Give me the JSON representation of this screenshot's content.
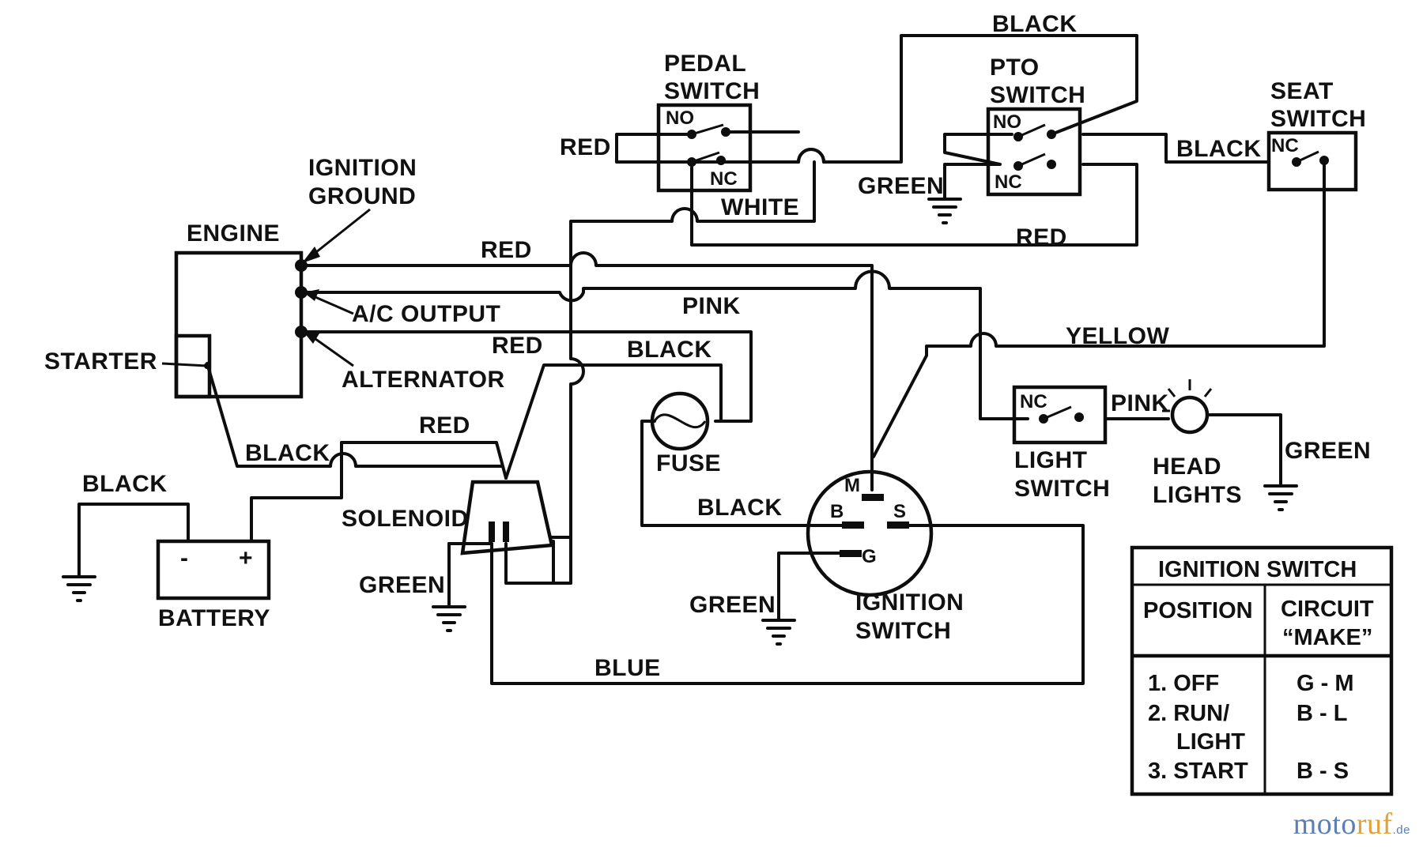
{
  "labels": {
    "engine": "ENGINE",
    "ignition_ground_1": "IGNITION",
    "ignition_ground_2": "GROUND",
    "ac_output": "A/C OUTPUT",
    "alternator": "ALTERNATOR",
    "starter": "STARTER",
    "pedal_switch_1": "PEDAL",
    "pedal_switch_2": "SWITCH",
    "pto_switch_1": "PTO",
    "pto_switch_2": "SWITCH",
    "seat_switch_1": "SEAT",
    "seat_switch_2": "SWITCH",
    "fuse": "FUSE",
    "solenoid": "SOLENOID",
    "battery": "BATTERY",
    "battery_minus": "-",
    "battery_plus": "+",
    "ignition_switch_1": "IGNITION",
    "ignition_switch_2": "SWITCH",
    "light_switch_1": "LIGHT",
    "light_switch_2": "SWITCH",
    "head_lights_1": "HEAD",
    "head_lights_2": "LIGHTS",
    "no": "NO",
    "nc": "NC",
    "term_m": "M",
    "term_b": "B",
    "term_s": "S",
    "term_g": "G"
  },
  "wires": {
    "black_top": "BLACK",
    "red_pedal": "RED",
    "white": "WHITE",
    "green_pto": "GREEN",
    "red_pto": "RED",
    "black_seat": "BLACK",
    "red_ground": "RED",
    "pink_ac": "PINK",
    "red_alt": "RED",
    "black_fuse": "BLACK",
    "yellow": "YELLOW",
    "pink_light": "PINK",
    "green_lights": "GREEN",
    "red_solenoid": "RED",
    "black_starter": "BLACK",
    "black_battery": "BLACK",
    "green_solenoid": "GREEN",
    "black_ignition": "BLACK",
    "green_ignition": "GREEN",
    "blue": "BLUE"
  },
  "table": {
    "title": "IGNITION SWITCH",
    "col1": "POSITION",
    "col2_line1": "CIRCUIT",
    "col2_line2": "“MAKE”",
    "rows": [
      {
        "position": "1. OFF",
        "circuit": "G - M"
      },
      {
        "position": "2. RUN/",
        "circuit": "B - L"
      },
      {
        "position": "LIGHT",
        "circuit": ""
      },
      {
        "position": "3. START",
        "circuit": "B - S"
      }
    ]
  },
  "watermark": {
    "part1": "moto",
    "part2": "ruf",
    "suffix": ".de"
  }
}
